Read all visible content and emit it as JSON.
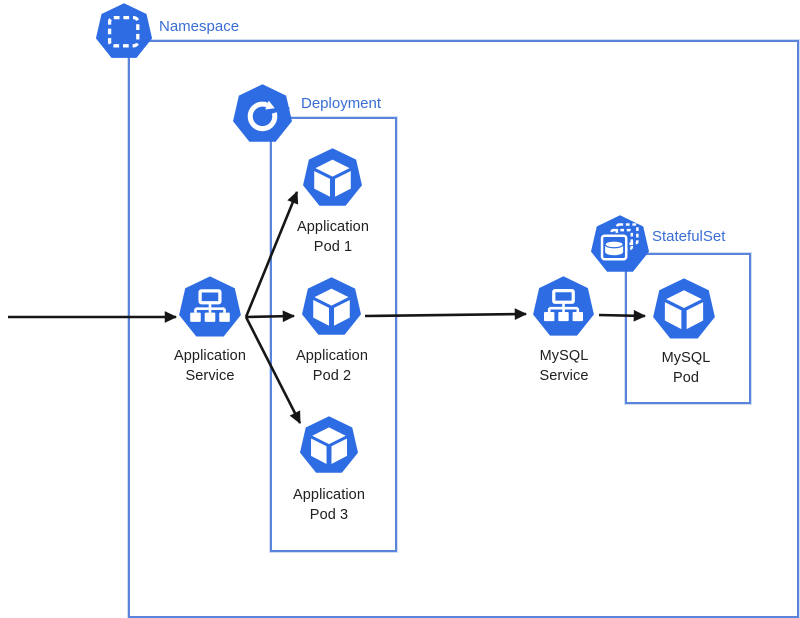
{
  "colors": {
    "icon_blue": "#2e6ce4",
    "box_border": "#5b84db",
    "label_blue": "#3a6ed5",
    "arrow": "#161616",
    "text": "#202020",
    "background": "#ffffff"
  },
  "groups": {
    "namespace": {
      "label": "Namespace"
    },
    "deployment": {
      "label": "Deployment"
    },
    "statefulset": {
      "label": "StatefulSet"
    }
  },
  "nodes": {
    "app_service": {
      "line1": "Application",
      "line2": "Service"
    },
    "app_pod_1": {
      "line1": "Application",
      "line2": "Pod 1"
    },
    "app_pod_2": {
      "line1": "Application",
      "line2": "Pod 2"
    },
    "app_pod_3": {
      "line1": "Application",
      "line2": "Pod 3"
    },
    "mysql_service": {
      "line1": "MySQL",
      "line2": "Service"
    },
    "mysql_pod": {
      "line1": "MySQL",
      "line2": "Pod"
    }
  },
  "icons": {
    "namespace": "k8s-namespace-icon: blue heptagon with white dashed rounded square",
    "deployment": "k8s-deployment-icon: blue heptagon with white circular rotate arrow",
    "service": "k8s-service-icon: blue heptagon with white network tree",
    "pod": "k8s-pod-icon: blue heptagon with white 3D cube",
    "statefulset": "k8s-statefulset-icon: blue heptagon with white cylinder and stacked dashed squares"
  },
  "edges": [
    {
      "from": "external-left",
      "to": "app_service"
    },
    {
      "from": "app_service",
      "to": "app_pod_1"
    },
    {
      "from": "app_service",
      "to": "app_pod_2"
    },
    {
      "from": "app_service",
      "to": "app_pod_3"
    },
    {
      "from": "app_pod_2",
      "to": "mysql_service"
    },
    {
      "from": "mysql_service",
      "to": "mysql_pod"
    }
  ]
}
